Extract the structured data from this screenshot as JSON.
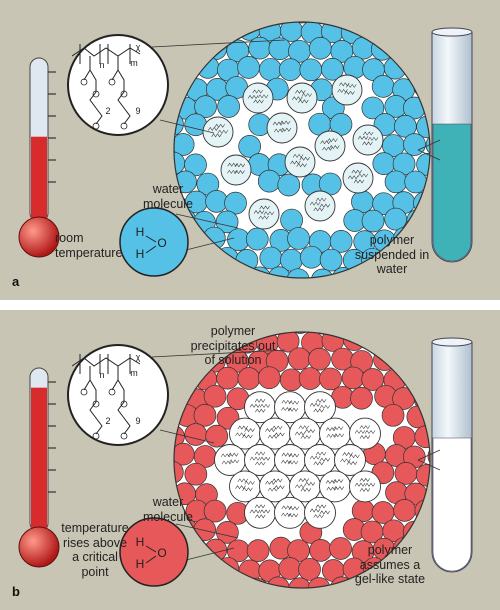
{
  "panels": [
    {
      "tag": "a",
      "state": "dissolved",
      "labels": {
        "water_molecule": "water\nmolecule",
        "temperature": "room\ntemperature",
        "polymer": "polymer\nsuspended in\nwater",
        "precipitate": ""
      },
      "thermometer_level": 0.52,
      "tube_liquid_color": "#3fb2b8",
      "circle_fill": "#56c1e6"
    },
    {
      "tag": "b",
      "state": "aggregated",
      "labels": {
        "water_molecule": "water\nmolecule",
        "temperature": "temperature\nrises above\na critical\npoint",
        "polymer": "polymer\nassumes a\ngel-like state",
        "precipitate": "polymer\nprecipitates out\nof solution"
      },
      "thermometer_level": 0.88,
      "tube_liquid_color": "#ffffff",
      "circle_fill": "#e6585a"
    }
  ],
  "structure": {
    "n": "n",
    "m": "m",
    "x": "χ",
    "sub1": "2",
    "sub2": "9",
    "h": "H",
    "o": "O"
  },
  "colors": {
    "background": "#c9c5b4",
    "thermo_red": "#d82b2b",
    "glass": "#dfe8f0"
  }
}
